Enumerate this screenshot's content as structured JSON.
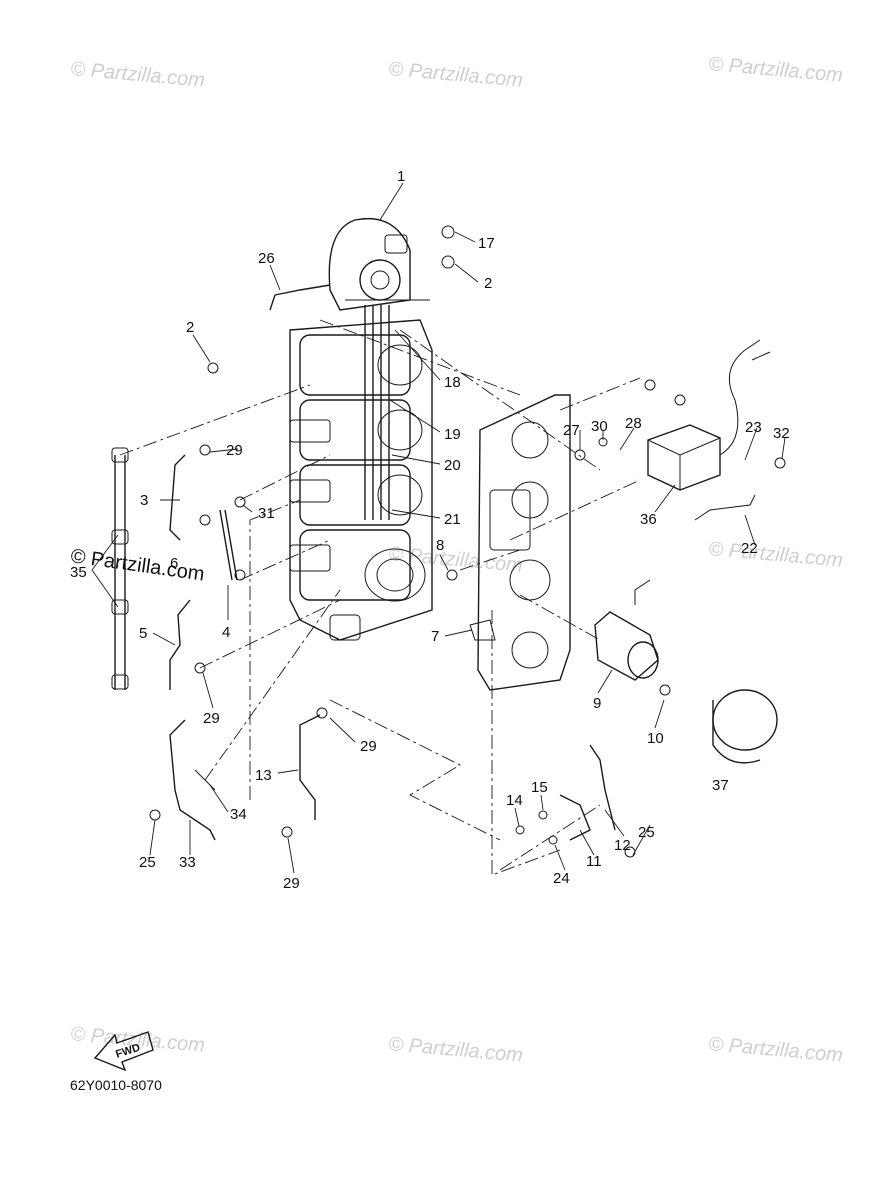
{
  "watermark": "© Partzilla.com",
  "overlay_text": "© Partzilla.com",
  "fwd_label": "FWD",
  "diagram_code": "62Y0010-8070",
  "callouts": [
    "1",
    "2",
    "2",
    "3",
    "4",
    "5",
    "6",
    "7",
    "8",
    "9",
    "10",
    "11",
    "12",
    "13",
    "14",
    "15",
    "17",
    "18",
    "19",
    "20",
    "21",
    "22",
    "23",
    "24",
    "25",
    "25",
    "26",
    "27",
    "28",
    "29",
    "29",
    "29",
    "29",
    "30",
    "31",
    "32",
    "33",
    "34",
    "35",
    "36",
    "37"
  ]
}
